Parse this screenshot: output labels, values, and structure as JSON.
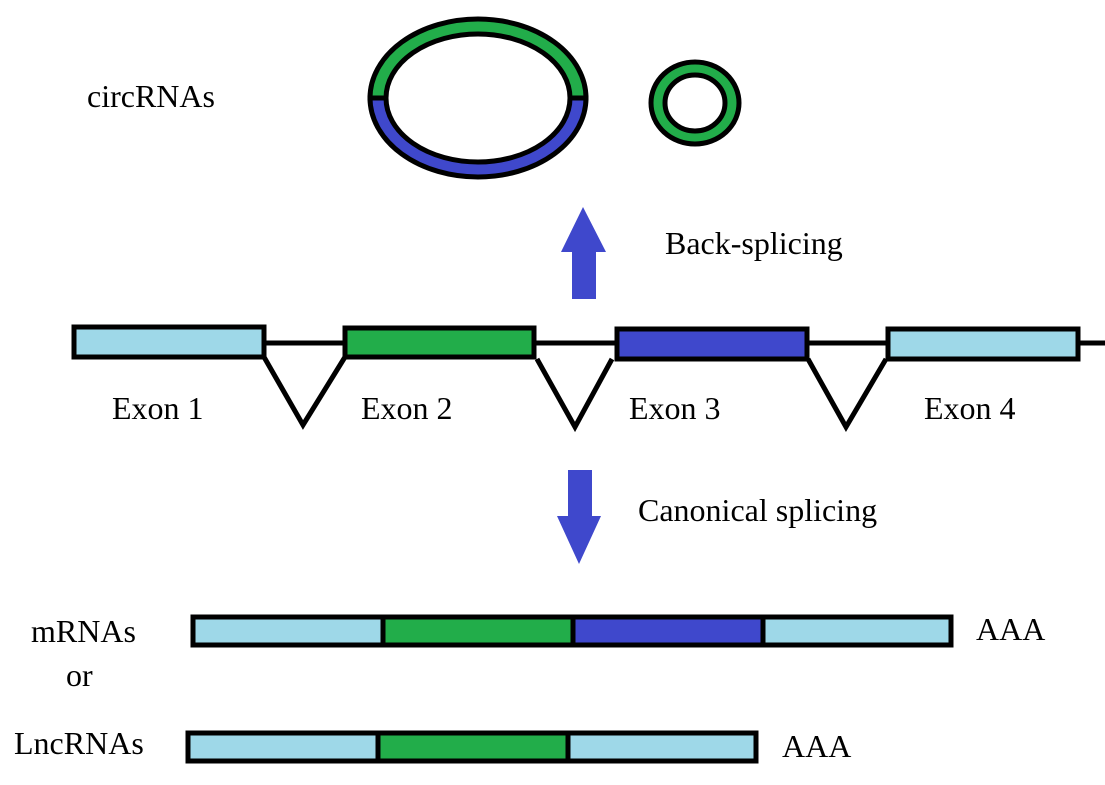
{
  "colors": {
    "exon1": "#9ed8e8",
    "exon2": "#22ad4a",
    "exon3": "#3f48cc",
    "exon4": "#9ed8e8",
    "arrow": "#3f48cc",
    "outline": "#000000"
  },
  "labels": {
    "circrnas": "circRNAs",
    "back_splicing": "Back-splicing",
    "canonical_splicing": "Canonical splicing",
    "mrnas": "mRNAs",
    "or": "or",
    "lncrnas": "LncRNAs",
    "poly_a_mrna": "AAA",
    "poly_a_lncrna": "AAA"
  },
  "exons": [
    {
      "name": "Exon 1",
      "color_key": "exon1"
    },
    {
      "name": "Exon 2",
      "color_key": "exon2"
    },
    {
      "name": "Exon 3",
      "color_key": "exon3"
    },
    {
      "name": "Exon 4",
      "color_key": "exon4"
    }
  ],
  "products": {
    "circrna_large_exons": [
      "Exon 2",
      "Exon 3"
    ],
    "circrna_small_exons": [
      "Exon 2"
    ],
    "mrna_exons": [
      "Exon 1",
      "Exon 2",
      "Exon 3",
      "Exon 4"
    ],
    "lncrna_exons": [
      "Exon 1",
      "Exon 2",
      "Exon 4"
    ]
  }
}
